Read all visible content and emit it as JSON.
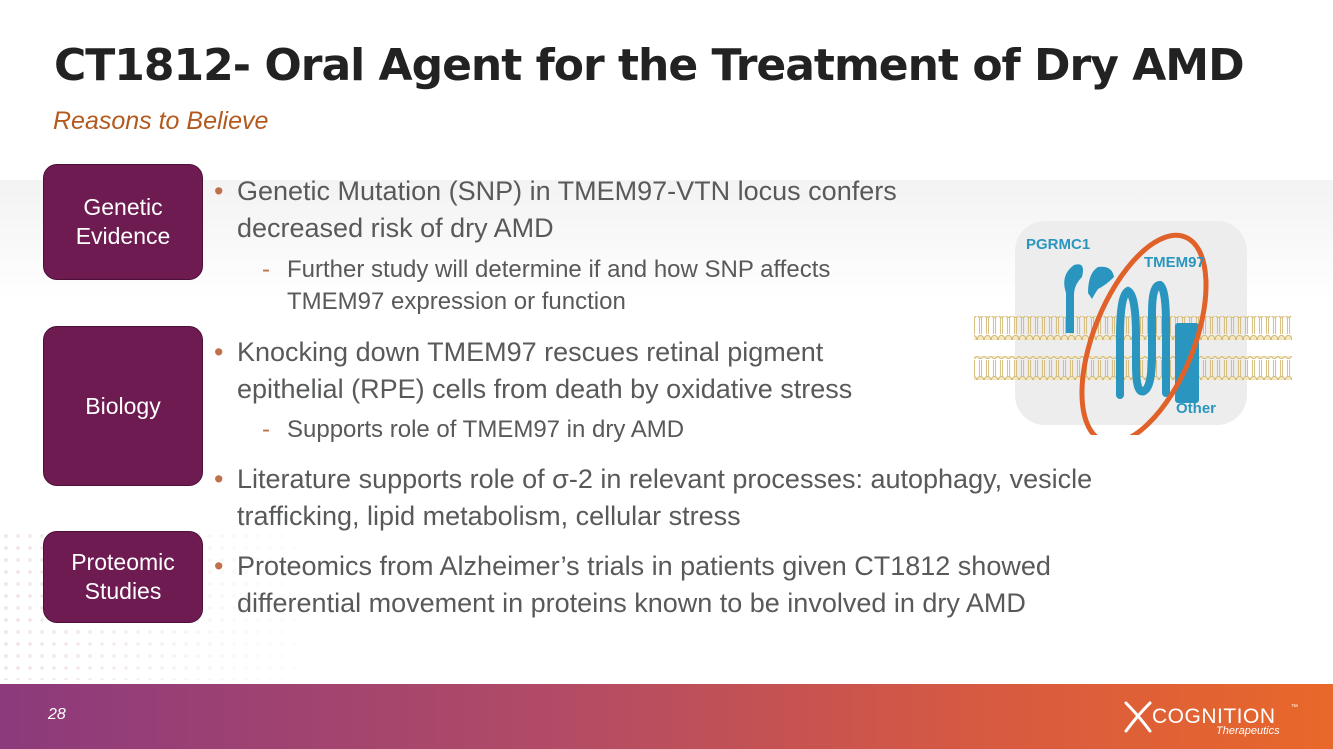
{
  "slide": {
    "title": "CT1812- Oral Agent for the Treatment of Dry AMD",
    "subtitle": "Reasons to Believe"
  },
  "tags": {
    "genetic": [
      "Genetic",
      "Evidence"
    ],
    "biology": [
      "Biology"
    ],
    "proteomic": [
      "Proteomic",
      "Studies"
    ]
  },
  "markers": {
    "bullet": "•",
    "dash": "-"
  },
  "bullets": {
    "genetic_1": [
      "Genetic Mutation (SNP) in TMEM97-VTN locus confers",
      "decreased risk of dry AMD"
    ],
    "genetic_1_sub": [
      "Further study will determine if and how SNP affects",
      "TMEM97 expression or function"
    ],
    "biology_1": [
      "Knocking down TMEM97 rescues retinal pigment",
      "epithelial (RPE) cells from death by oxidative stress"
    ],
    "biology_1_sub": [
      "Supports role of TMEM97 in dry AMD"
    ],
    "biology_2": [
      "Literature supports role of σ-2 in relevant processes: autophagy, vesicle",
      "trafficking, lipid metabolism, cellular stress"
    ],
    "proteomic_1": [
      "Proteomics from Alzheimer’s trials in patients given CT1812 showed",
      "differential movement in proteins known to be involved in dry AMD"
    ]
  },
  "diagram": {
    "labels": {
      "pgrmc1": "PGRMC1",
      "tmem97": "TMEM97",
      "other": "Other"
    },
    "colors": {
      "protein": "#2a96bf",
      "highlight": "#e0622a",
      "membrane": "#e8d29a",
      "panel": "#ededed"
    }
  },
  "footer": {
    "page_number": "28",
    "logo_name": "COGNITION",
    "logo_tm": "™",
    "logo_sub": "Therapeutics"
  },
  "colors": {
    "title": "#222222",
    "subtitle": "#b35a1f",
    "tag_fill": "#6e1b52",
    "body_text": "#58595b",
    "bullet_marker": "#c0704a"
  }
}
